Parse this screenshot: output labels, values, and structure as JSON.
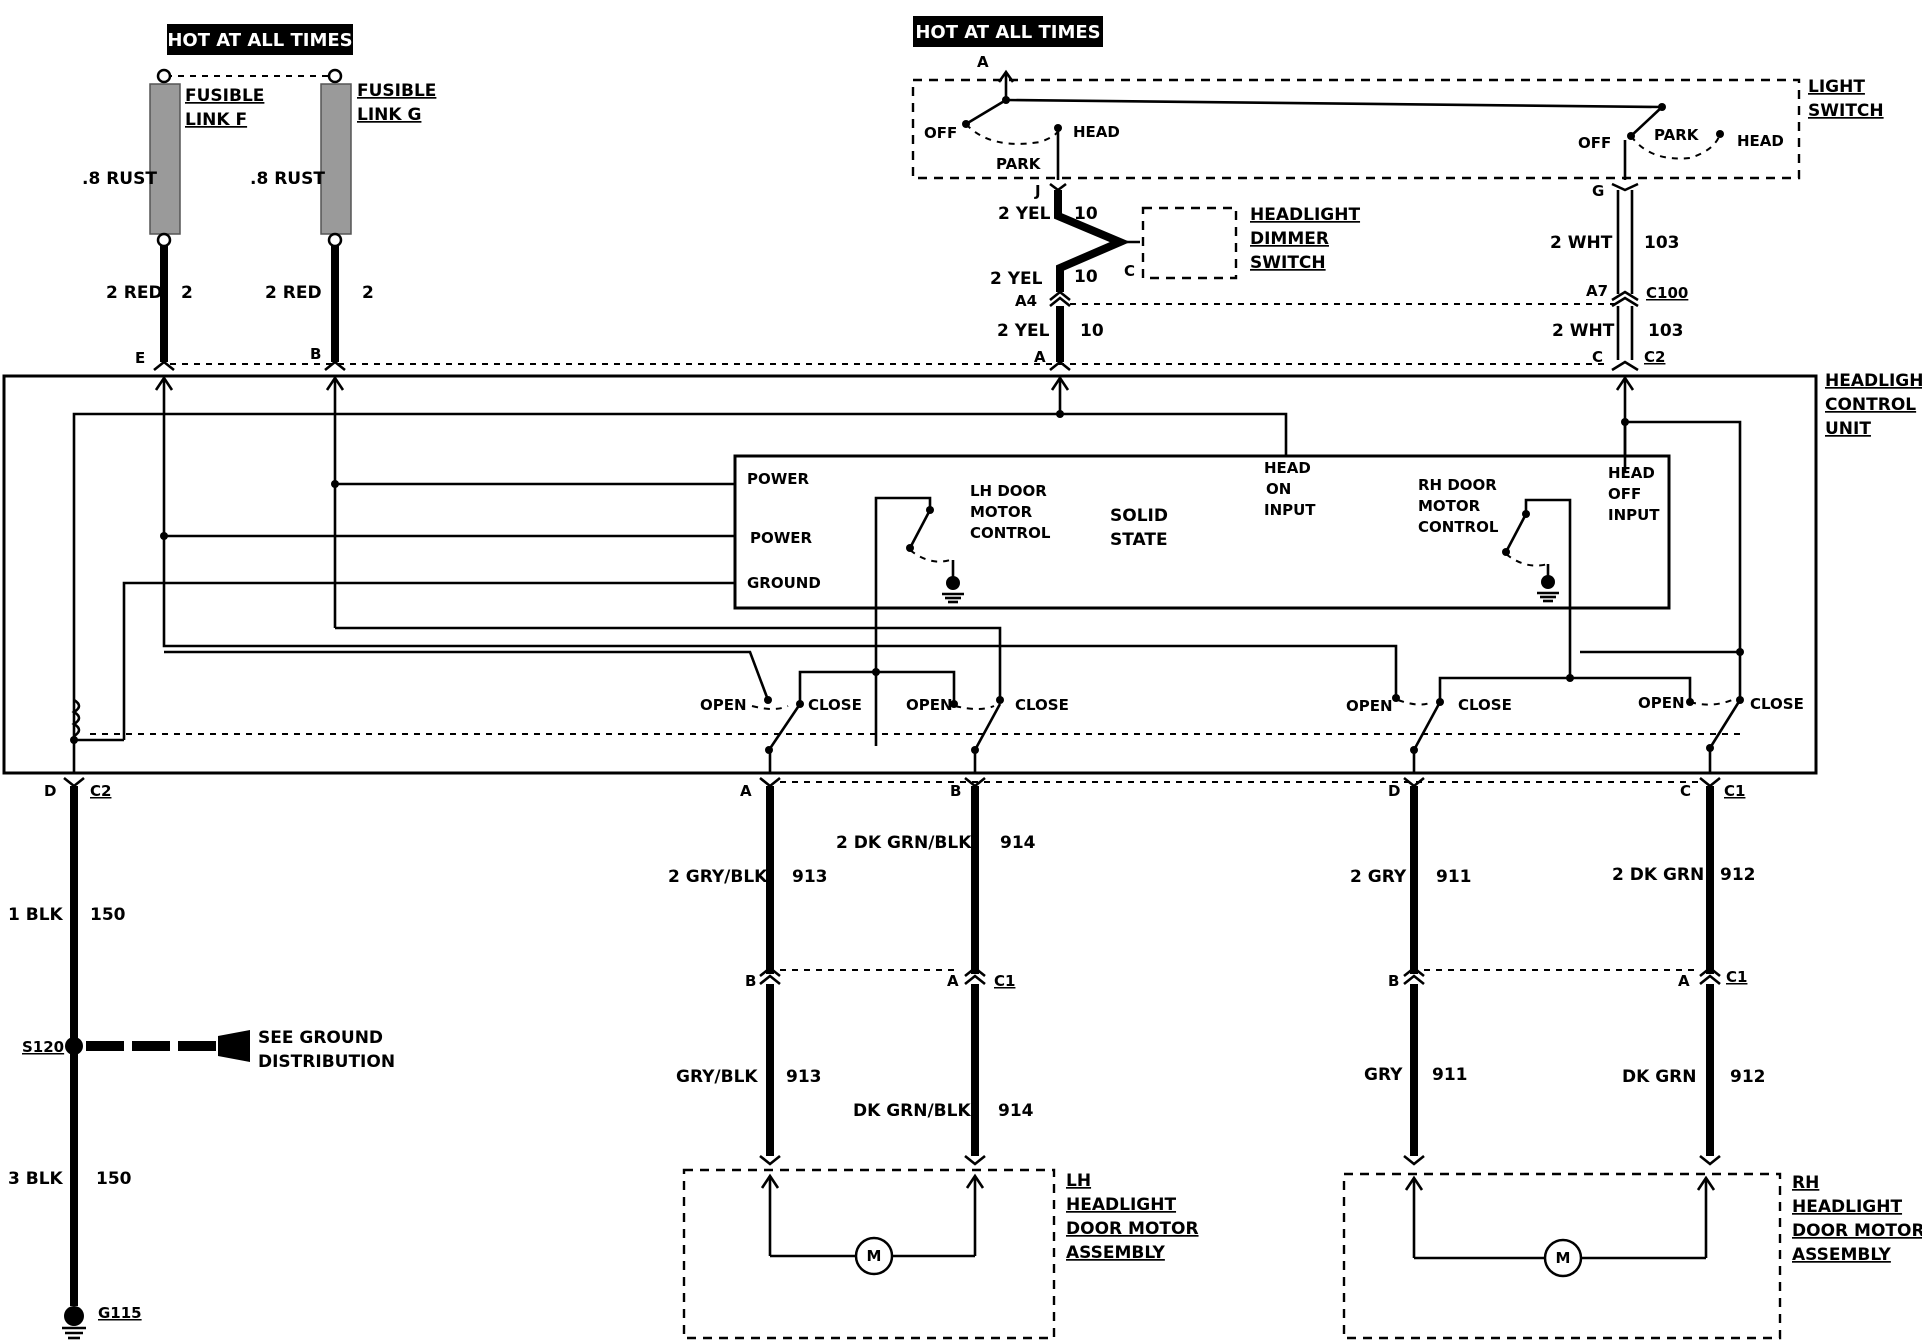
{
  "banners": {
    "left": "HOT AT ALL TIMES",
    "right": "HOT AT ALL TIMES"
  },
  "fusible_links": {
    "f": {
      "line1": "FUSIBLE",
      "line2": "LINK F",
      "wire_top": ".8 RUST",
      "wire_bottom": "2 RED",
      "circuit": "2",
      "pin": "E"
    },
    "g": {
      "line1": "FUSIBLE",
      "line2": "LINK G",
      "wire_top": ".8 RUST",
      "wire_bottom": "2 RED",
      "circuit": "2",
      "pin": "B"
    }
  },
  "light_switch": {
    "title_1": "LIGHT",
    "title_2": "SWITCH",
    "pin_top": "A",
    "left": {
      "off": "OFF",
      "park": "PARK",
      "head": "HEAD"
    },
    "right": {
      "off": "OFF",
      "park": "PARK",
      "head": "HEAD"
    }
  },
  "dimmer": {
    "title_1": "HEADLIGHT",
    "title_2": "DIMMER",
    "title_3": "SWITCH",
    "pin_j": "J",
    "pin_c": "C",
    "pin_a4": "A4",
    "pin_a": "A",
    "wire1": "2 YEL",
    "wire2": "2 YEL",
    "wire3": "2 YEL",
    "circuit": "10"
  },
  "right_feed": {
    "pin_g": "G",
    "pin_a7": "A7",
    "pin_c": "C",
    "wire1": "2 WHT",
    "wire2": "2 WHT",
    "circuit": "103",
    "conn_c100": "C100",
    "conn_c2": "C2"
  },
  "control_unit": {
    "title_1": "HEADLIGHT",
    "title_2": "CONTROL",
    "title_3": "UNIT",
    "power1": "POWER",
    "power2": "POWER",
    "ground": "GROUND",
    "lh_motor_1": "LH DOOR",
    "lh_motor_2": "MOTOR",
    "lh_motor_3": "CONTROL",
    "solid_1": "SOLID",
    "solid_2": "STATE",
    "rh_motor_1": "RH DOOR",
    "rh_motor_2": "MOTOR",
    "rh_motor_3": "CONTROL",
    "head_on_1": "HEAD",
    "head_on_2": "ON",
    "head_on_3": "INPUT",
    "head_off_1": "HEAD",
    "head_off_2": "OFF",
    "head_off_3": "INPUT",
    "open": "OPEN",
    "close": "CLOSE"
  },
  "ground_circuit": {
    "pin_d": "D",
    "conn": "C2",
    "wire1": "1 BLK",
    "wire2": "3 BLK",
    "circuit": "150",
    "splice": "S120",
    "see_1": "SEE GROUND",
    "see_2": "DISTRIBUTION",
    "ground": "G115"
  },
  "lh_circuits": {
    "pin_a": "A",
    "pin_b": "B",
    "pin_b2": "B",
    "pin_a2": "A",
    "conn": "C1",
    "wire_913_top": "2 GRY/BLK",
    "wire_913_bottom": "GRY/BLK",
    "c913": "913",
    "wire_914_top": "2 DK GRN/BLK",
    "wire_914_bottom": "DK GRN/BLK",
    "c914": "914",
    "assy_1": "LH",
    "assy_2": "HEADLIGHT",
    "assy_3": "DOOR MOTOR",
    "assy_4": "ASSEMBLY",
    "motor": "M"
  },
  "rh_circuits": {
    "pin_d": "D",
    "pin_c": "C",
    "pin_b": "B",
    "pin_a": "A",
    "conn_top": "C1",
    "conn_mid": "C1",
    "wire_911_top": "2 GRY",
    "wire_911_bottom": "GRY",
    "c911": "911",
    "wire_912_top": "2 DK GRN",
    "wire_912_bottom": "DK GRN",
    "c912": "912",
    "assy_1": "RH",
    "assy_2": "HEADLIGHT",
    "assy_3": "DOOR MOTOR",
    "assy_4": "ASSEMBLY",
    "motor": "M"
  }
}
